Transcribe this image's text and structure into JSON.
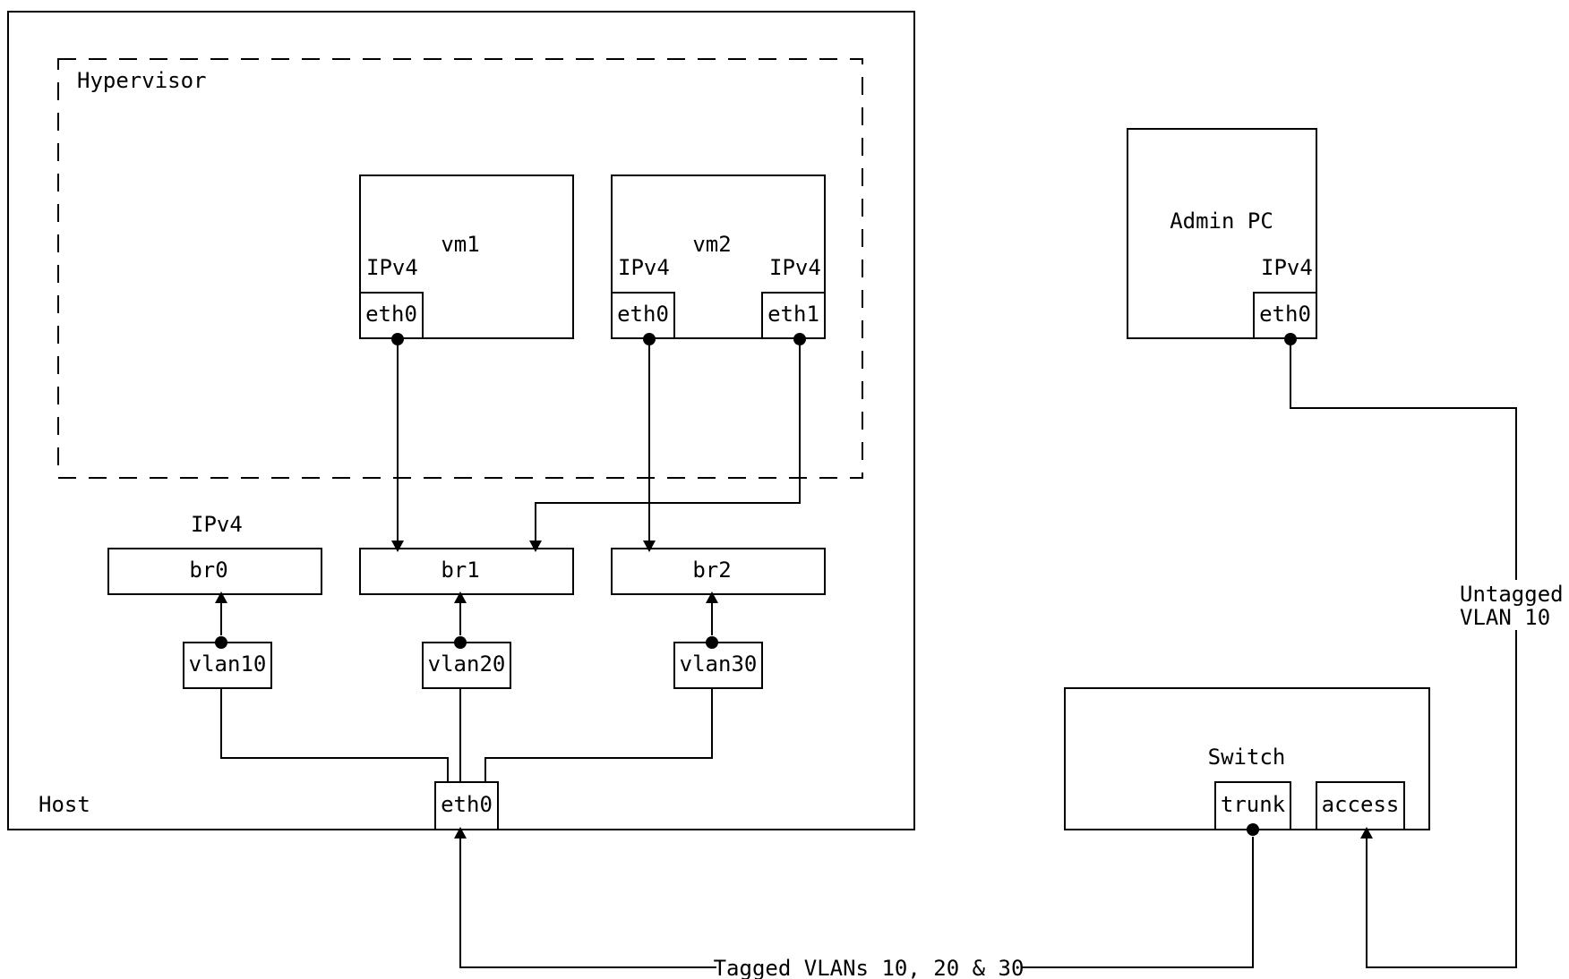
{
  "hypervisor": {
    "label": "Hypervisor"
  },
  "host": {
    "label": "Host",
    "eth0": "eth0"
  },
  "vm1": {
    "name": "vm1",
    "ip": "IPv4",
    "eth0": "eth0"
  },
  "vm2": {
    "name": "vm2",
    "ip_eth0": "IPv4",
    "ip_eth1": "IPv4",
    "eth0": "eth0",
    "eth1": "eth1"
  },
  "bridges": {
    "br0": "br0",
    "br0_ip": "IPv4",
    "br1": "br1",
    "br2": "br2"
  },
  "vlans": {
    "vlan10": "vlan10",
    "vlan20": "vlan20",
    "vlan30": "vlan30"
  },
  "admin_pc": {
    "name": "Admin PC",
    "ip": "IPv4",
    "eth0": "eth0"
  },
  "switch": {
    "name": "Switch",
    "trunk": "trunk",
    "access": "access"
  },
  "links": {
    "tagged": "Tagged VLANs 10, 20 & 30",
    "untagged_line1": "Untagged",
    "untagged_line2": "VLAN 10"
  }
}
